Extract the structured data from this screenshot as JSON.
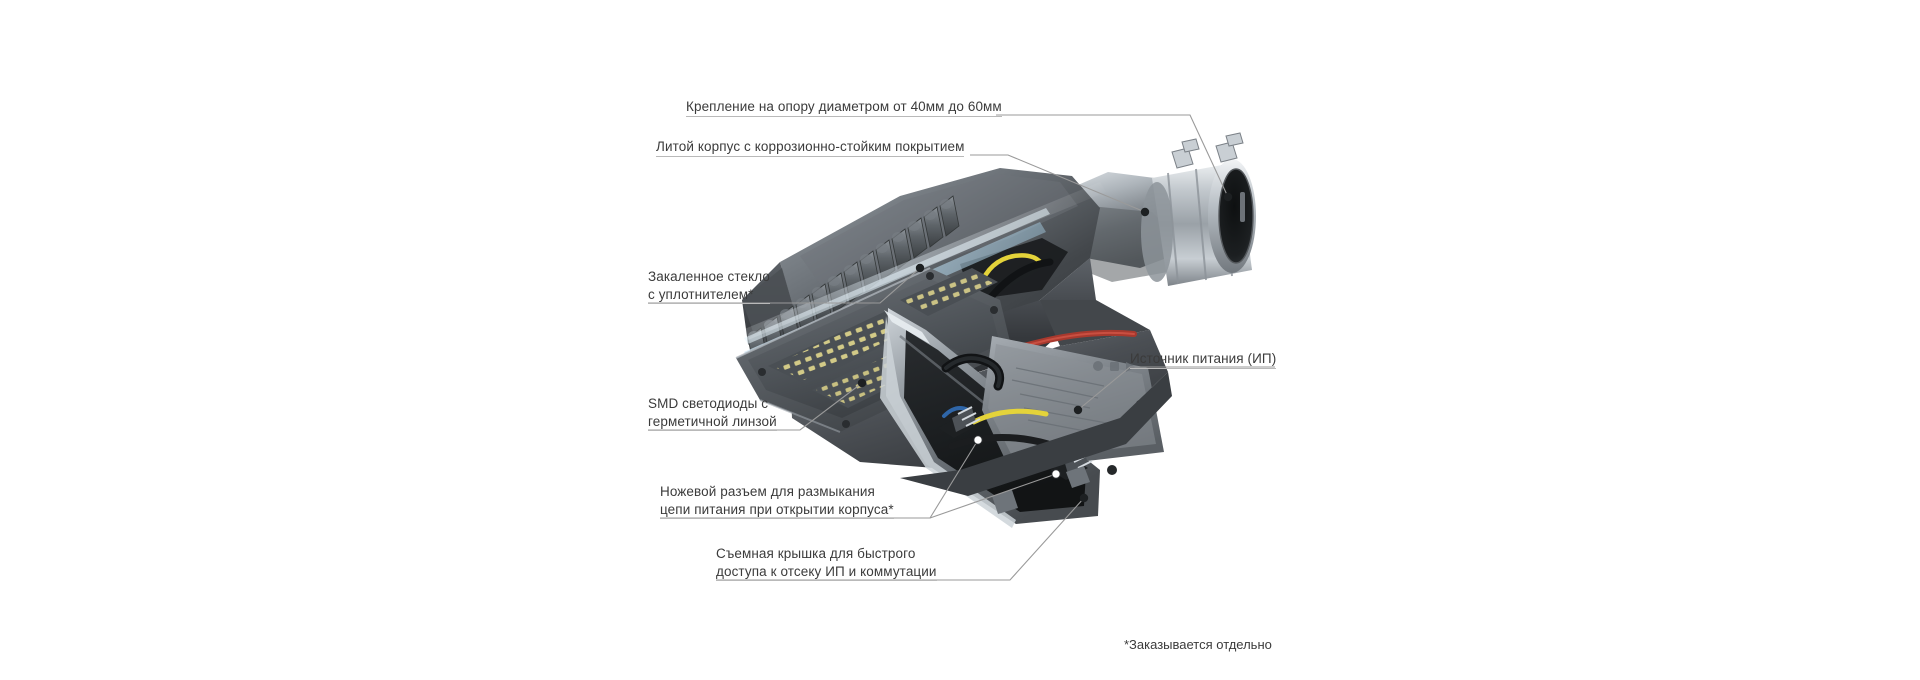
{
  "document": {
    "type": "product-callout-diagram",
    "subject": "LED street luminaire (консольный светодиодный светильник)",
    "language": "ru",
    "background_color": "#ffffff",
    "text_color": "#3b3b3b",
    "leader_line_color": "#9a9a9a",
    "underline_color": "#b9b9b9"
  },
  "callouts": [
    {
      "id": "mounting",
      "name": "mounting-bracket",
      "lines": [
        "Крепление на опору диаметром от 40мм до 60мм"
      ]
    },
    {
      "id": "housing",
      "name": "cast-housing",
      "lines": [
        "Литой корпус с коррозионно-стойким покрытием"
      ]
    },
    {
      "id": "glass",
      "name": "tempered-glass",
      "lines": [
        "Закаленное стекло",
        "с уплотнителем*"
      ]
    },
    {
      "id": "leds",
      "name": "smd-leds",
      "lines": [
        "SMD светодиоды с",
        "герметичной линзой"
      ]
    },
    {
      "id": "driver",
      "name": "power-supply",
      "lines": [
        "Источник питания (ИП)"
      ]
    },
    {
      "id": "connector",
      "name": "knife-connector",
      "lines": [
        "Ножевой разъем для размыкания",
        "цепи питания при открытии корпуса*"
      ]
    },
    {
      "id": "cover",
      "name": "removable-cover",
      "lines": [
        "Съемная крышка для быстрого",
        "доступа к отсеку ИП и коммутации"
      ]
    }
  ],
  "footnote": {
    "text": "*Заказывается отдельно"
  },
  "product_colors": {
    "housing_dark": "#2f3235",
    "housing_mid": "#4a4e52",
    "housing_light": "#8f959b",
    "bracket_silver": "#b4bac0",
    "bracket_highlight": "#e3e7ea",
    "fin_grey": "#6a7076",
    "led_panel": "#5a5f64",
    "led_yellow": "#d8cf87",
    "wire_red": "#b03a2e",
    "wire_yellow": "#e4d33a",
    "wire_black": "#1b1d1f",
    "glass_sheen": "#cfe3ef"
  }
}
